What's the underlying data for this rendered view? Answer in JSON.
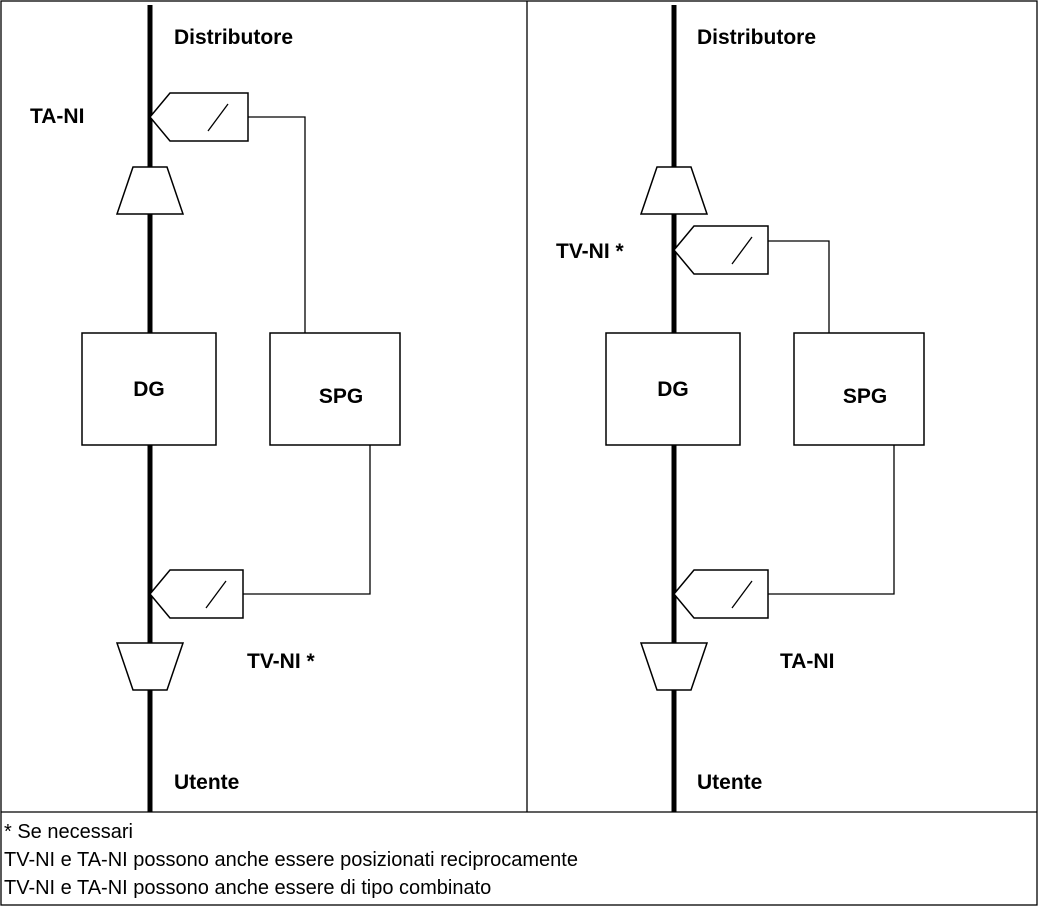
{
  "panels": [
    {
      "top_label": "Distributore",
      "bottom_label": "Utente",
      "breaker": "DG",
      "protection": "SPG",
      "upper_sensor_label": "TA-NI",
      "lower_sensor_label": "TV-NI *"
    },
    {
      "top_label": "Distributore",
      "bottom_label": "Utente",
      "breaker": "DG",
      "protection": "SPG",
      "upper_sensor_label": "TV-NI *",
      "lower_sensor_label": "TA-NI"
    }
  ],
  "notes": [
    "* Se necessari",
    "TV-NI e TA-NI possono anche essere posizionati reciprocamente",
    "TV-NI e TA-NI possono anche essere di tipo combinato"
  ]
}
